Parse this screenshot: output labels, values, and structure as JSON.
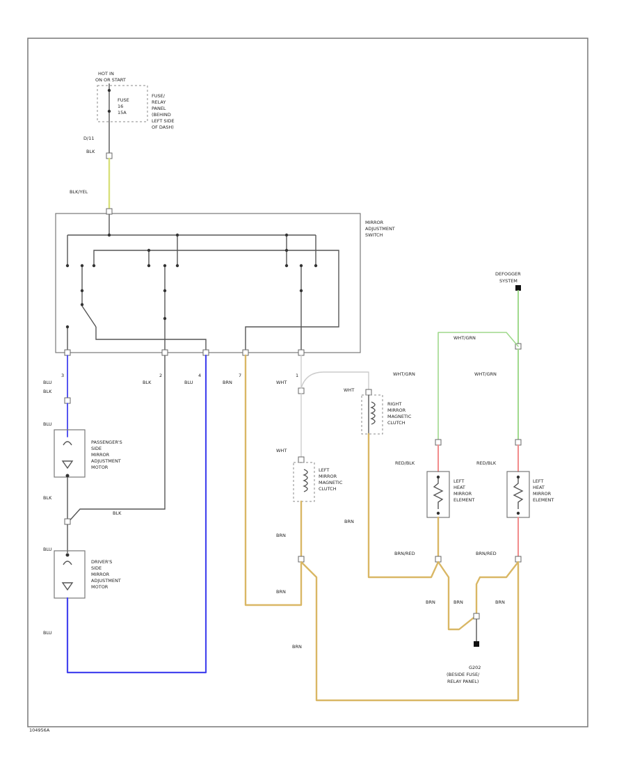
{
  "diagram": {
    "fuse": {
      "hot_label_1": "HOT IN",
      "hot_label_2": "ON OR START",
      "fuse_id_1": "FUSE",
      "fuse_id_2": "16",
      "fuse_id_3": "15A",
      "location_1": "FUSE/",
      "location_2": "RELAY",
      "location_3": "PANEL",
      "location_4": "(BEHIND",
      "location_5": "LEFT SIDE",
      "location_6": "OF DASH)",
      "terminal": "D/11",
      "wire_top": "BLK",
      "wire_mid": "BLK/YEL"
    },
    "switch": {
      "name_1": "MIRROR",
      "name_2": "ADJUSTMENT",
      "name_3": "SWITCH",
      "pin_3": "3",
      "pin_2": "2",
      "pin_4": "4",
      "pin_7": "7",
      "pin_1": "1"
    },
    "wires": {
      "blu_top": "BLU",
      "blk_a": "BLK",
      "blk_b": "BLK",
      "blu_b": "BLU",
      "brn_pin7": "BRN",
      "wht_pin1": "WHT",
      "wht_right": "WHT",
      "wht_left": "WHT",
      "wht_grn_1": "WHT/GRN",
      "wht_grn_2": "WHT/GRN",
      "wht_grn_3": "WHT/GRN",
      "red_blk_1": "RED/BLK",
      "red_blk_2": "RED/BLK",
      "brn_red_1": "BRN/RED",
      "brn_red_2": "BRN/RED",
      "brn_1": "BRN",
      "brn_2": "BRN",
      "brn_3": "BRN",
      "brn_4": "BRN",
      "brn_5": "BRN",
      "brn_6": "BRN",
      "brn_7": "BRN",
      "blu_pass": "BLU",
      "blk_pass": "BLK",
      "blk_mid": "BLK",
      "blu_drv": "BLU",
      "blu_bottom": "BLU"
    },
    "components": {
      "pass_motor_1": "PASSENGER'S",
      "pass_motor_2": "SIDE",
      "pass_motor_3": "MIRROR",
      "pass_motor_4": "ADJUSTMENT",
      "pass_motor_5": "MOTOR",
      "drv_motor_1": "DRIVER'S",
      "drv_motor_2": "SIDE",
      "drv_motor_3": "MIRROR",
      "drv_motor_4": "ADJUSTMENT",
      "drv_motor_5": "MOTOR",
      "right_clutch_1": "RIGHT",
      "right_clutch_2": "MIRROR",
      "right_clutch_3": "MAGNETIC",
      "right_clutch_4": "CLUTCH",
      "left_clutch_1": "LEFT",
      "left_clutch_2": "MIRROR",
      "left_clutch_3": "MAGNETIC",
      "left_clutch_4": "CLUTCH",
      "heat1_1": "LEFT",
      "heat1_2": "HEAT",
      "heat1_3": "MIRROR",
      "heat1_4": "ELEMENT",
      "heat2_1": "LEFT",
      "heat2_2": "HEAT",
      "heat2_3": "MIRROR",
      "heat2_4": "ELEMENT",
      "defogger_1": "DEFOGGER",
      "defogger_2": "SYSTEM",
      "ground_1": "G202",
      "ground_2": "(BESIDE FUSE/",
      "ground_3": "RELAY PANEL)"
    },
    "footer_code": "104956A"
  },
  "colors": {
    "blue": "#4444ee",
    "tan": "#d9b765",
    "green": "#9fd98c",
    "red": "#f28b8b",
    "gray": "#666666",
    "yellow": "#d8e07a"
  }
}
